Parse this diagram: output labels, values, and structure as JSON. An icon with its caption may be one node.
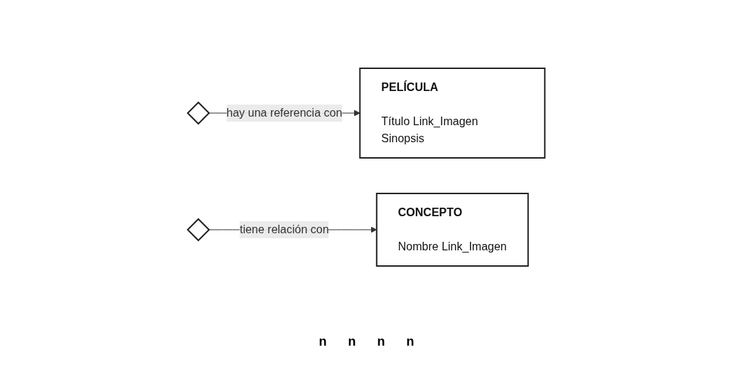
{
  "diagram": {
    "nodes": [
      {
        "text": [
          "PELÍCULA",
          "Título Link_Imagen Sinopsis"
        ]
      },
      {
        "text": [],
        "shape": "diamond"
      },
      {
        "text": [],
        "shape": "diamond"
      },
      {
        "text": [
          "CONCEPTO",
          "Nombre Link_Imagen"
        ]
      }
    ],
    "edges": [
      {
        "from": 1,
        "to": 0,
        "arrow": "to",
        "label": "hay una referencia con"
      },
      {
        "from": 2,
        "to": 3,
        "arrow": "to",
        "label": "tiene relación con"
      }
    ],
    "labels": [
      "n",
      "n",
      "n",
      "n"
    ]
  }
}
